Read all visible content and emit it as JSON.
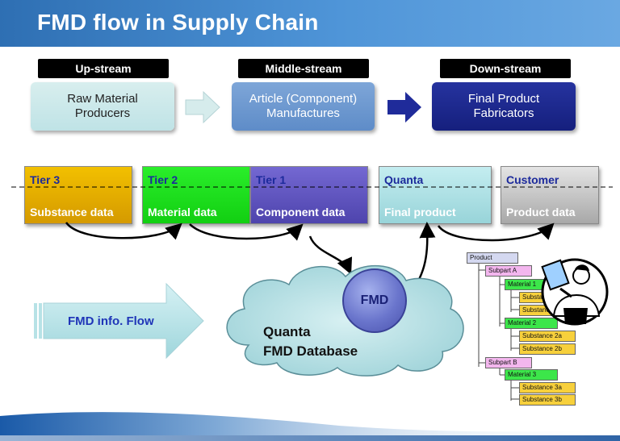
{
  "slide": {
    "title": "FMD flow in Supply Chain"
  },
  "streams": [
    {
      "label": "Up-stream",
      "stage": "Raw Material\nProducers"
    },
    {
      "label": "Middle-stream",
      "stage": "Article (Component)\nManufactures"
    },
    {
      "label": "Down-stream",
      "stage": "Final Product\nFabricators"
    }
  ],
  "tiers": [
    {
      "name": "Tier 3",
      "data": "Substance data",
      "color": "#e8a800"
    },
    {
      "name": "Tier 2",
      "data": "Material data",
      "color": "#19e21b"
    },
    {
      "name": "Tier 1",
      "data": "Component data",
      "color": "#5f53bd"
    },
    {
      "name": "Quanta",
      "data": "Final product",
      "color": "#a9dfe3"
    },
    {
      "name": "Customer",
      "data": "Product data",
      "color": "#bdbdbd"
    }
  ],
  "flow_label": "FMD info. Flow",
  "database": {
    "label": "Quanta\nFMD Database",
    "badge": "FMD"
  },
  "tree": {
    "product": "Product",
    "subpart_a": "Subpart A",
    "material_1": "Material 1",
    "substance_1a": "Substance 1a",
    "substance_1b": "Substance 1b",
    "material_2": "Material 2",
    "substance_2a": "Substance 2a",
    "substance_2b": "Substance 2b",
    "subpart_b": "Subpart B",
    "material_3": "Material 3",
    "substance_3a": "Substance 3a",
    "substance_3b": "Substance 3b"
  },
  "icons": {
    "transfer_arrow": "chevron-arrow-right",
    "person": "scientist-with-clipboard-icon"
  }
}
